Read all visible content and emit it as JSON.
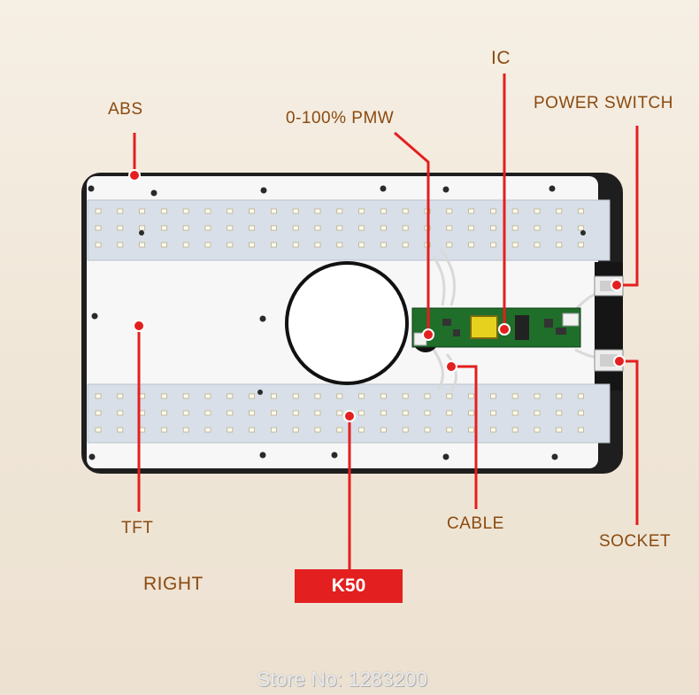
{
  "labels": {
    "abs": "ABS",
    "pmw": "0-100% PMW",
    "ic": "IC",
    "power_switch": "POWER SWITCH",
    "tft": "TFT",
    "cable": "CABLE",
    "socket": "SOCKET",
    "right": "RIGHT",
    "model": "K50"
  },
  "watermark": "Store No: 1283200",
  "colors": {
    "label_text": "#8a4a10",
    "callout_line": "#e31f1f",
    "badge_bg": "#e31f1f",
    "panel_frame": "#1e1e1e",
    "panel_face": "#f7f7f7",
    "led_strip": "#d7dee8",
    "pcb": "#1f6e2a"
  }
}
